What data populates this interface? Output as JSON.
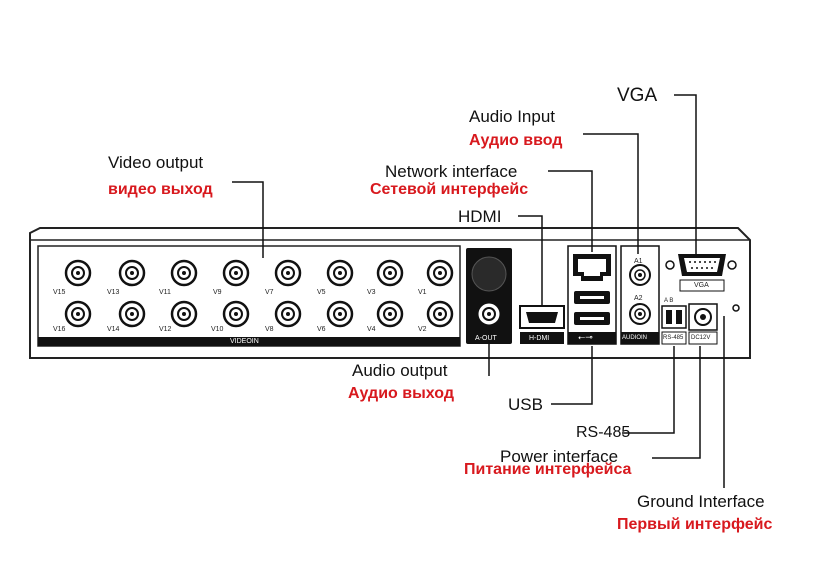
{
  "labels": {
    "video_output_en": "Video output",
    "video_output_ru": "видео выход",
    "audio_input_en": "Audio Input",
    "audio_input_ru": "Аудио ввод",
    "vga_en": "VGA",
    "network_en": "Network interface",
    "network_ru": "Сетевой интерфейс",
    "hdmi_en": "HDMI",
    "audio_output_en": "Audio output",
    "audio_output_ru": "Аудио выход",
    "usb_en": "USB",
    "rs485_en": "RS-485",
    "power_en": "Power interface",
    "power_ru": "Питание интерфейса",
    "ground_en": "Ground Interface",
    "ground_ru": "Первый интерфейс"
  },
  "panel": {
    "videoin_label": "VIDEOIN",
    "top_row": [
      "V15",
      "V13",
      "V11",
      "V9",
      "V7",
      "V5",
      "V3",
      "V1"
    ],
    "bottom_row": [
      "V16",
      "V14",
      "V12",
      "V10",
      "V8",
      "V6",
      "V4",
      "V2"
    ],
    "aout_label": "A-OUT",
    "hdmi_label": "H-DMI",
    "audioin_label": "AUDIOIN",
    "a1_label": "A1",
    "a2_label": "A2",
    "ab_label": "A B",
    "rs485_label": "RS-485",
    "dc_label": "DC12V",
    "vga_label": "VGA"
  }
}
